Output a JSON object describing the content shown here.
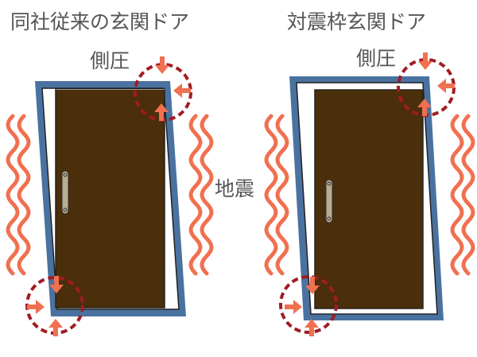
{
  "colors": {
    "frame": "#4a72a0",
    "frame_edge": "#2a2a2a",
    "door": "#4b2e0a",
    "handle": "#b8ae94",
    "arrow": "#f07050",
    "circle": "#a01c24",
    "text": "#555555"
  },
  "left_panel": {
    "title": "同社従来の玄関ドア",
    "side_pressure_label": "側圧"
  },
  "right_panel": {
    "title": "対震枠玄関ドア",
    "side_pressure_label": "側圧"
  },
  "center_label": "地震",
  "icons": [
    "wave-icon",
    "arrow-down-icon",
    "arrow-up-icon",
    "arrow-left-icon",
    "arrow-right-icon",
    "dashed-circle-icon",
    "door-handle-icon"
  ]
}
